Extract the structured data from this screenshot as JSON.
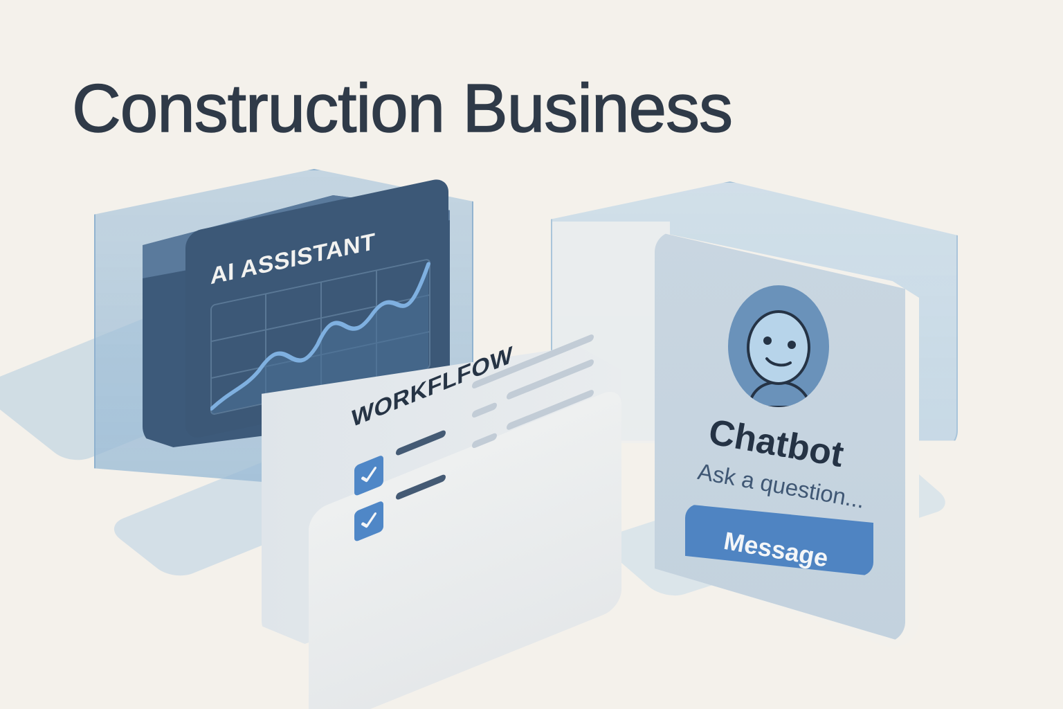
{
  "title": "Construction Business",
  "colors": {
    "background": "#f4f1eb",
    "title_text": "#2f3a48",
    "ai_box": "#3d5a7a",
    "chart_line": "#7fb0e0",
    "checkbox": "#4f87c7",
    "chatbot_button": "#4f84c2",
    "avatar_ring": "#6a92ba",
    "avatar_face": "#b7d4ea"
  },
  "ai_assistant": {
    "label": "AI ASSISTANT",
    "icon": "line-chart-icon",
    "grid": {
      "columns": 4,
      "rows": 3
    }
  },
  "workflow": {
    "label": "WORKFLFOW",
    "tasks": [
      {
        "checked": true,
        "icon": "checkbox-checked-icon"
      },
      {
        "checked": true,
        "icon": "checkbox-checked-icon"
      }
    ]
  },
  "chatbot": {
    "title": "Chatbot",
    "prompt": "Ask a question...",
    "button_label": "Message",
    "avatar_icon": "smiley-avatar-icon"
  }
}
